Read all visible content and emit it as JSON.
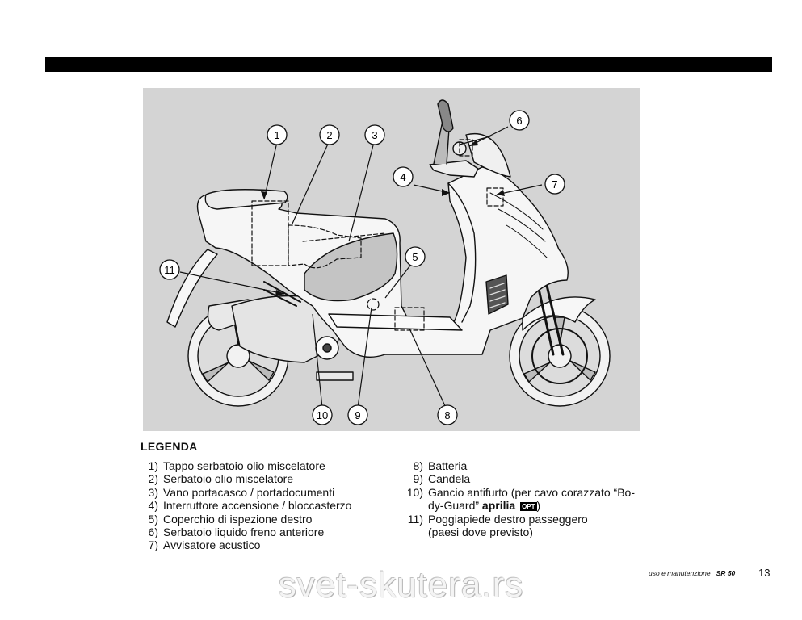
{
  "legend": {
    "title": "LEGENDA",
    "items_left": [
      {
        "num": "1)",
        "text": "Tappo serbatoio olio miscelatore"
      },
      {
        "num": "2)",
        "text": "Serbatoio olio miscelatore"
      },
      {
        "num": "3)",
        "text": "Vano portacasco / portadocumenti"
      },
      {
        "num": "4)",
        "text": "Interruttore accensione / bloccasterzo"
      },
      {
        "num": "5)",
        "text": "Coperchio di ispezione destro"
      },
      {
        "num": "6)",
        "text": "Serbatoio liquido freno anteriore"
      },
      {
        "num": "7)",
        "text": "Avvisatore acustico"
      }
    ],
    "items_right": [
      {
        "num": "8)",
        "text": "Batteria"
      },
      {
        "num": "9)",
        "text": "Candela"
      },
      {
        "num": "10)",
        "text": "Gancio antifurto (per cavo corazzato “Bo-",
        "text2": "dy-Guard”",
        "brand": "aprilia",
        "badge": "OPT",
        "close": ")"
      },
      {
        "num": "11)",
        "text": "Poggiapiede destro passeggero",
        "text2": "(paesi dove previsto)"
      }
    ]
  },
  "figure": {
    "callouts": [
      "1",
      "2",
      "3",
      "4",
      "5",
      "6",
      "7",
      "8",
      "9",
      "10",
      "11"
    ]
  },
  "footer": {
    "section": "uso e manutenzione",
    "model": "SR 50",
    "page": "13"
  },
  "watermark": "svet-skutera.rs"
}
